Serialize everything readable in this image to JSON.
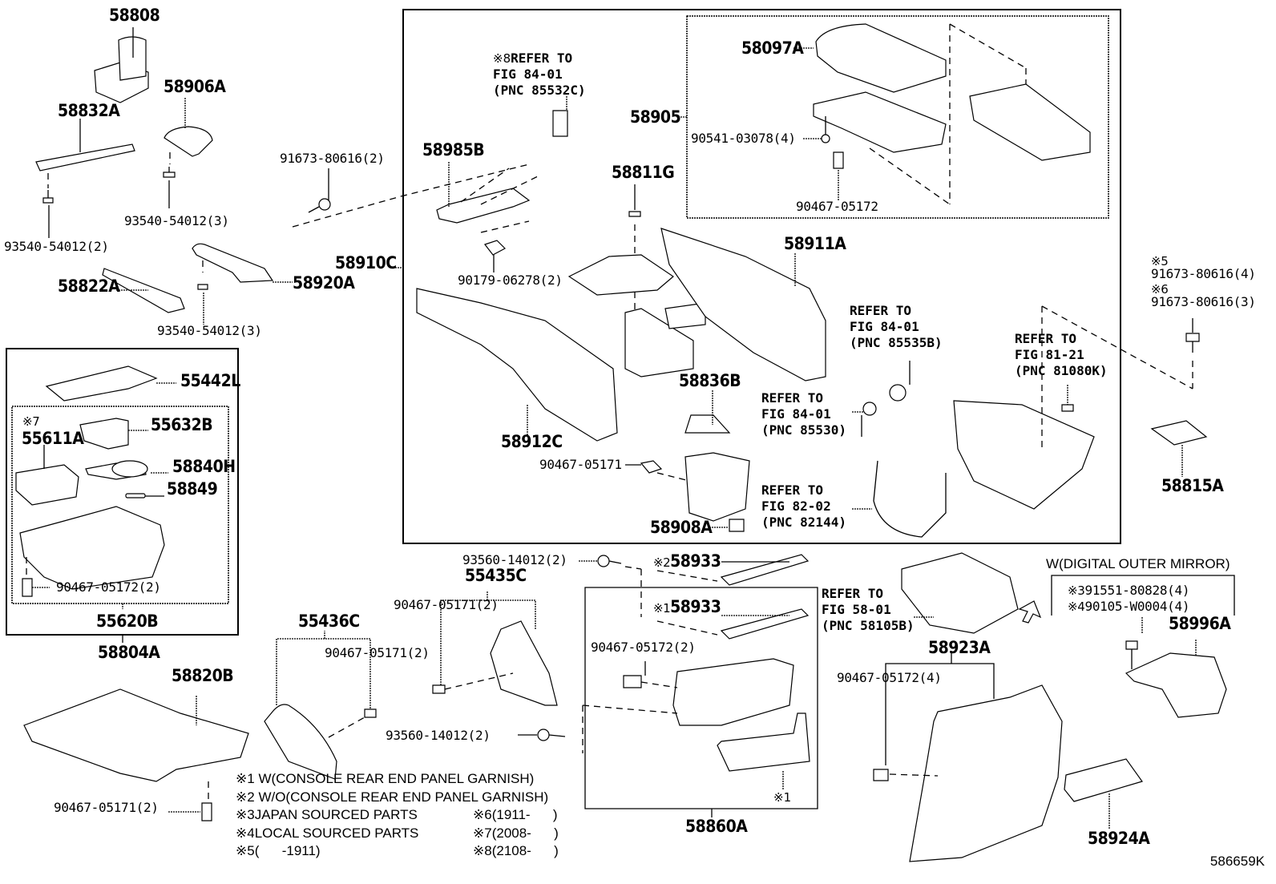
{
  "diagram": {
    "type": "exploded-parts-diagram",
    "figure_id": "586659K",
    "parts": {
      "p58808": "58808",
      "p58906A": "58906A",
      "p58832A": "58832A",
      "p91673_2": "91673-80616(2)",
      "p93540_3a": "93540-54012(3)",
      "p93540_2": "93540-54012(2)",
      "p58822A": "58822A",
      "p58920A": "58920A",
      "p93540_3b": "93540-54012(3)",
      "p58910C": "58910C",
      "p58985B": "58985B",
      "p58811G": "58811G",
      "p90179": "90179-06278(2)",
      "p58912C": "58912C",
      "p58836B": "58836B",
      "p90467_05171": "90467-05171",
      "p58908A": "58908A",
      "p58911A": "58911A",
      "p58097A": "58097A",
      "p58905": "58905",
      "p90541": "90541-03078(4)",
      "p90467_05172": "90467-05172",
      "p58815A": "58815A",
      "p55442L": "55442L",
      "p55632B": "55632B",
      "p55611A": "55611A",
      "p58840H": "58840H",
      "p58849": "58849",
      "p90467_05172_2a": "90467-05172(2)",
      "p55620B": "55620B",
      "p58804A": "58804A",
      "p58820B": "58820B",
      "p90467_05171_2a": "90467-05171(2)",
      "p55436C": "55436C",
      "p90467_05171_2b": "90467-05171(2)",
      "p93560_2a": "93560-14012(2)",
      "p55435C": "55435C",
      "p90467_05171_2c": "90467-05171(2)",
      "p58933_2": "58933",
      "p58933_1": "58933",
      "p90467_05172_2b": "90467-05172(2)",
      "p93560_2b": "93560-14012(2)",
      "p58860A": "58860A",
      "p58923A": "58923A",
      "p90467_05172_4": "90467-05172(4)",
      "p58924A": "58924A",
      "p58996A": "58996A",
      "p91551": "91551-80828(4)",
      "p90105": "90105-W0004(4)",
      "p91673_4": "91673-80616(4)",
      "p91673_3": "91673-80616(3)"
    },
    "marks": {
      "m1": "※1",
      "m2": "※2",
      "m3": "※3",
      "m4": "※4",
      "m5": "※5",
      "m6": "※6",
      "m7": "※7",
      "m8": "※8"
    },
    "references": {
      "r85532C": "REFER TO\nFIG 84-01\n(PNC 85532C)",
      "r85535B": "REFER TO\nFIG 84-01\n(PNC 85535B)",
      "r85530": "REFER TO\nFIG 84-01\n(PNC 85530)",
      "r82144": "REFER TO\nFIG 82-02\n(PNC 82144)",
      "r81080K": "REFER TO\nFIG 81-21\n(PNC 81080K)",
      "r58105B": "REFER TO\nFIG 58-01\n(PNC 58105B)"
    },
    "condition_label": "W(DIGITAL OUTER MIRROR)",
    "legend": [
      {
        "mark": "※1",
        "text": "W(CONSOLE REAR END PANEL GARNISH)"
      },
      {
        "mark": "※2",
        "text": "W/O(CONSOLE REAR END PANEL GARNISH)"
      },
      {
        "mark": "※3",
        "text": "JAPAN SOURCED PARTS"
      },
      {
        "mark": "※4",
        "text": "LOCAL SOURCED PARTS"
      },
      {
        "mark": "※5",
        "text": "(      -1911)"
      },
      {
        "mark": "※6",
        "text": "(1911-      )"
      },
      {
        "mark": "※7",
        "text": "(2008-      )"
      },
      {
        "mark": "※8",
        "text": "(2108-      )"
      }
    ]
  }
}
